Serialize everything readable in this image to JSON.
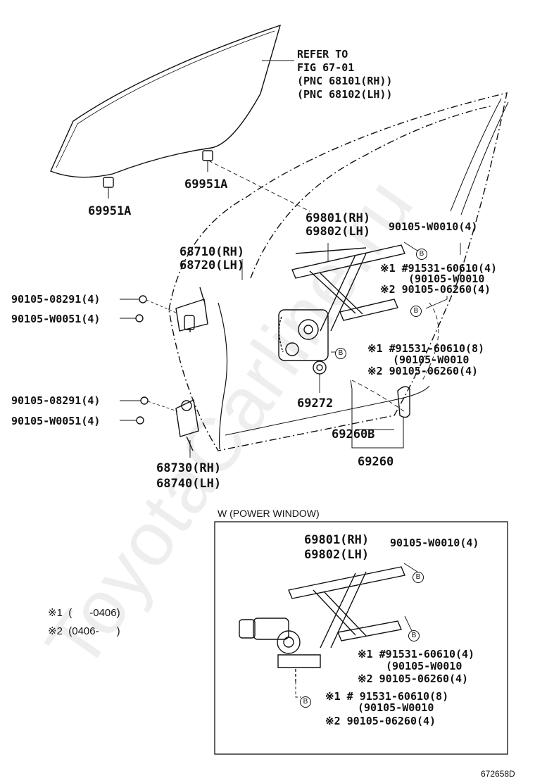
{
  "watermark": "ToyotaCarline.ru",
  "refer": {
    "line1": "REFER TO",
    "line2": "FIG 67-01",
    "line3": "(PNC 68101(RH))",
    "line4": "(PNC 68102(LH))"
  },
  "parts": {
    "clip_left": "69951A",
    "clip_right": "69951A",
    "regulator_rh": "69801(RH)",
    "regulator_lh": "69802(LH)",
    "bolt_top": "90105-W0010(4)",
    "hinge_upper_rh": "68710(RH)",
    "hinge_upper_lh": "68720(LH)",
    "hinge_lower_rh": "68730(RH)",
    "hinge_lower_lh": "68740(LH)",
    "bolt_hinge_upper_1": "90105-08291(4)",
    "bolt_hinge_upper_2": "90105-W0051(4)",
    "bolt_hinge_lower_1": "90105-08291(4)",
    "bolt_hinge_lower_2": "90105-W0051(4)",
    "note_a_1": "※1 #91531-60610(4)",
    "note_a_2": "(90105-W0010",
    "note_a_3": "※2 90105-06260(4)",
    "note_b_1": "※1 #91531-60610(8)",
    "note_b_2": "(90105-W0010",
    "note_b_3": "※2 90105-06260(4)",
    "washer": "69272",
    "handle_sub": "69260B",
    "handle": "69260"
  },
  "power_window": {
    "title": "W (POWER WINDOW)",
    "regulator_rh": "69801(RH)",
    "regulator_lh": "69802(LH)",
    "bolt_top": "90105-W0010(4)",
    "note_a_1": "※1 #91531-60610(4)",
    "note_a_2": "(90105-W0010",
    "note_a_3": "※2 90105-06260(4)",
    "note_b_1": "※1 # 91531-60610(8)",
    "note_b_2": "(90105-W0010",
    "note_b_3": "※2 90105-06260(4)"
  },
  "legend": {
    "item1": "※1  (      -0406)",
    "item2": "※2  (0406-      )"
  },
  "b_marker": "B",
  "figure_id": "672658D"
}
